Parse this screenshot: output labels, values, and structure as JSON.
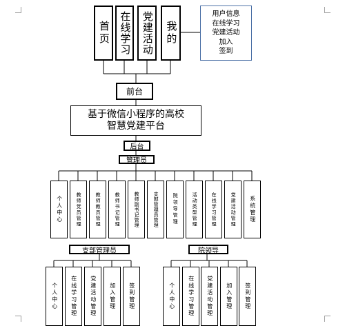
{
  "colors": {
    "line": "#000000",
    "side_box_border": "#4a6fa5",
    "crop_mark": "#9a9a9a"
  },
  "top_menu": {
    "items": [
      "首页",
      "在线学习",
      "党建活动",
      "我的"
    ],
    "detail": "用户信息\n在线学习\n党建活动\n加入\n签到"
  },
  "front_label": "前台",
  "system_title": "基于微信小程序的高校\n智慧党建平台",
  "back_label": "后台",
  "admin": {
    "label": "管理员",
    "modules": [
      "个人中心",
      "教师党员管理",
      "教师教员管理",
      "教师书记管理",
      "教师副书记管理",
      "支部管理员管理",
      "院领导管理",
      "活动类型管理",
      "在线学习管理",
      "党建活动管理",
      "系统管理"
    ]
  },
  "branch_admin": {
    "label": "支部管理员",
    "modules": [
      "个人中心",
      "在线学习管理",
      "党建活动管理",
      "加入管理",
      "签到管理"
    ]
  },
  "college_leader": {
    "label": "院领导",
    "modules": [
      "个人中心",
      "在线学习管理",
      "党建活动管理",
      "加入管理",
      "签到管理"
    ]
  }
}
